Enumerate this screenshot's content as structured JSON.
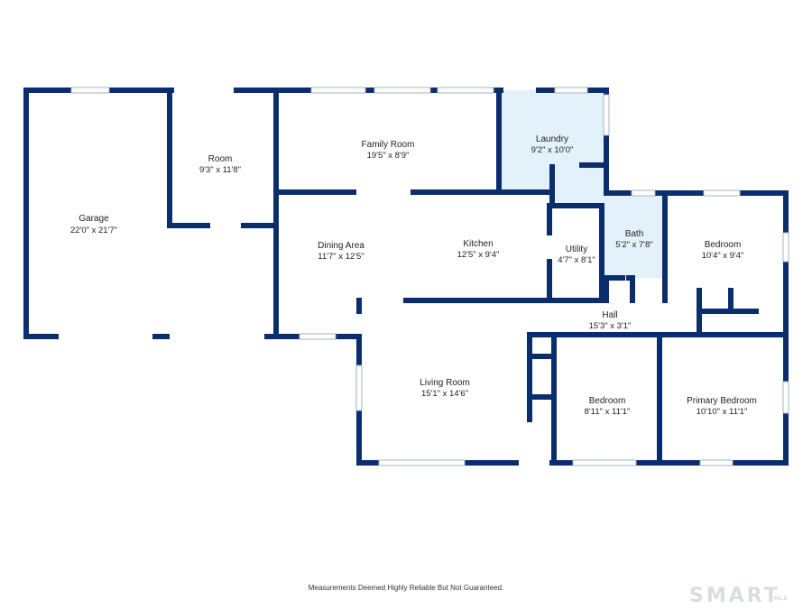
{
  "colors": {
    "wall": "#0a2d6e",
    "highlight": "#e3f1fa",
    "window": "#a9b3bf"
  },
  "rooms": [
    {
      "id": "garage",
      "name": "Garage",
      "dim": "22'0\" x 21'7\"",
      "highlight": false
    },
    {
      "id": "room",
      "name": "Room",
      "dim": "9'3\" x 11'8\"",
      "highlight": false
    },
    {
      "id": "family-room",
      "name": "Family Room",
      "dim": "19'5\" x 8'9\"",
      "highlight": false
    },
    {
      "id": "laundry",
      "name": "Laundry",
      "dim": "9'2\" x 10'0\"",
      "highlight": true
    },
    {
      "id": "dining-area",
      "name": "Dining Area",
      "dim": "11'7\" x 12'5\"",
      "highlight": false
    },
    {
      "id": "kitchen",
      "name": "Kitchen",
      "dim": "12'5\" x 9'4\"",
      "highlight": false
    },
    {
      "id": "utility",
      "name": "Utility",
      "dim": "4'7\" x 8'1\"",
      "highlight": false
    },
    {
      "id": "bath",
      "name": "Bath",
      "dim": "5'2\" x 7'8\"",
      "highlight": true
    },
    {
      "id": "bedroom-1",
      "name": "Bedroom",
      "dim": "10'4\" x 9'4\"",
      "highlight": false
    },
    {
      "id": "hall",
      "name": "Hall",
      "dim": "15'3\" x 3'1\"",
      "highlight": false
    },
    {
      "id": "living-room",
      "name": "Living Room",
      "dim": "15'1\" x 14'6\"",
      "highlight": false
    },
    {
      "id": "bedroom-2",
      "name": "Bedroom",
      "dim": "8'11\" x 11'1\"",
      "highlight": false
    },
    {
      "id": "primary-bedroom",
      "name": "Primary Bedroom",
      "dim": "10'10\" x 11'1\"",
      "highlight": false
    }
  ],
  "footer": {
    "disclaimer": "Measurements Deemed Highly Reliable But Not Guaranteed."
  },
  "logo": {
    "text": "SMART",
    "sub": "MLS"
  }
}
